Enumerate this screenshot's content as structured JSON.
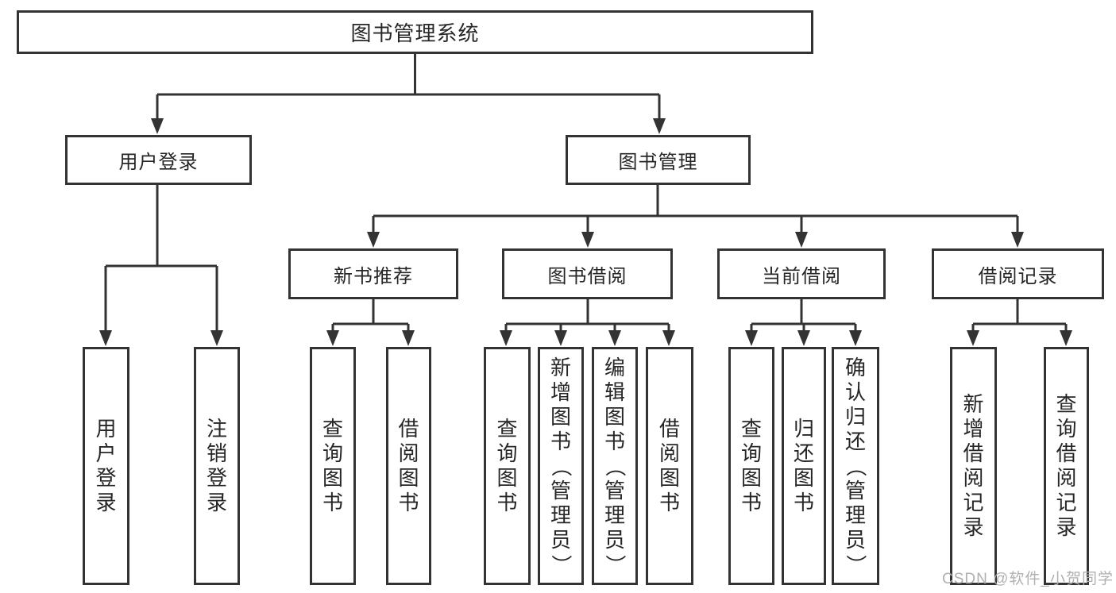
{
  "tree": {
    "root": {
      "label": "图书管理系统"
    },
    "branches": [
      {
        "label": "用户登录",
        "children": [
          {
            "label": "用户登录"
          },
          {
            "label": "注销登录"
          }
        ]
      },
      {
        "label": "图书管理",
        "children": [
          {
            "label": "新书推荐",
            "children": [
              {
                "label": "查询图书"
              },
              {
                "label": "借阅图书"
              }
            ]
          },
          {
            "label": "图书借阅",
            "children": [
              {
                "label": "查询图书"
              },
              {
                "label": "新增图书（管理员）"
              },
              {
                "label": "编辑图书（管理员）"
              },
              {
                "label": "借阅图书"
              }
            ]
          },
          {
            "label": "当前借阅",
            "children": [
              {
                "label": "查询图书"
              },
              {
                "label": "归还图书"
              },
              {
                "label": "确认归还（管理员）"
              }
            ]
          },
          {
            "label": "借阅记录",
            "children": [
              {
                "label": "新增借阅记录"
              },
              {
                "label": "查询借阅记录"
              }
            ]
          }
        ]
      }
    ]
  },
  "watermark": {
    "text": "CSDN @软件_小贺同学"
  },
  "colors": {
    "line": "#333333",
    "box_border": "#333333",
    "text": "#262626",
    "watermark": "#b0b0b0",
    "background": "#ffffff"
  }
}
